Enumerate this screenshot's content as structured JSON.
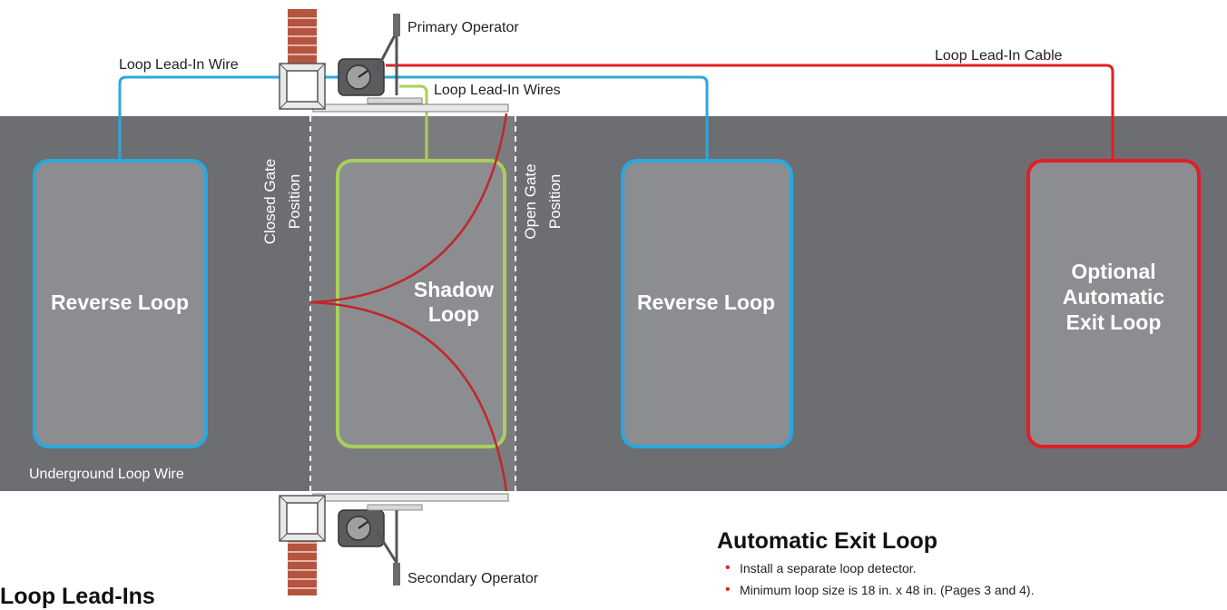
{
  "labels": {
    "primary_operator": "Primary Operator",
    "secondary_operator": "Secondary Operator",
    "loop_lead_in_wire": "Loop Lead-In Wire",
    "loop_lead_in_wires": "Loop Lead-In Wires",
    "loop_lead_in_cable": "Loop Lead-In Cable",
    "closed_gate_line1": "Closed Gate",
    "closed_gate_line2": "Position",
    "open_gate_line1": "Open Gate",
    "open_gate_line2": "Position",
    "underground_loop_wire": "Underground Loop Wire"
  },
  "loops": {
    "reverse_left": "Reverse Loop",
    "shadow_line1": "Shadow",
    "shadow_line2": "Loop",
    "reverse_right": "Reverse Loop",
    "exit_line1": "Optional",
    "exit_line2": "Automatic",
    "exit_line3": "Exit Loop"
  },
  "automatic_exit_loop": {
    "heading": "Automatic Exit Loop",
    "bullets": [
      "Install a separate loop detector.",
      "Minimum loop size is 18 in. x 48 in. (Pages 3 and 4)."
    ]
  },
  "loop_lead_ins": {
    "heading": "Loop Lead-Ins"
  },
  "colors": {
    "road": "#6d6e71",
    "reverse_loop": "#29a8df",
    "shadow_loop": "#a8cf5a",
    "exit_loop": "#e21f26",
    "gate_swing": "#c0272d",
    "brick": "#b5553f"
  }
}
